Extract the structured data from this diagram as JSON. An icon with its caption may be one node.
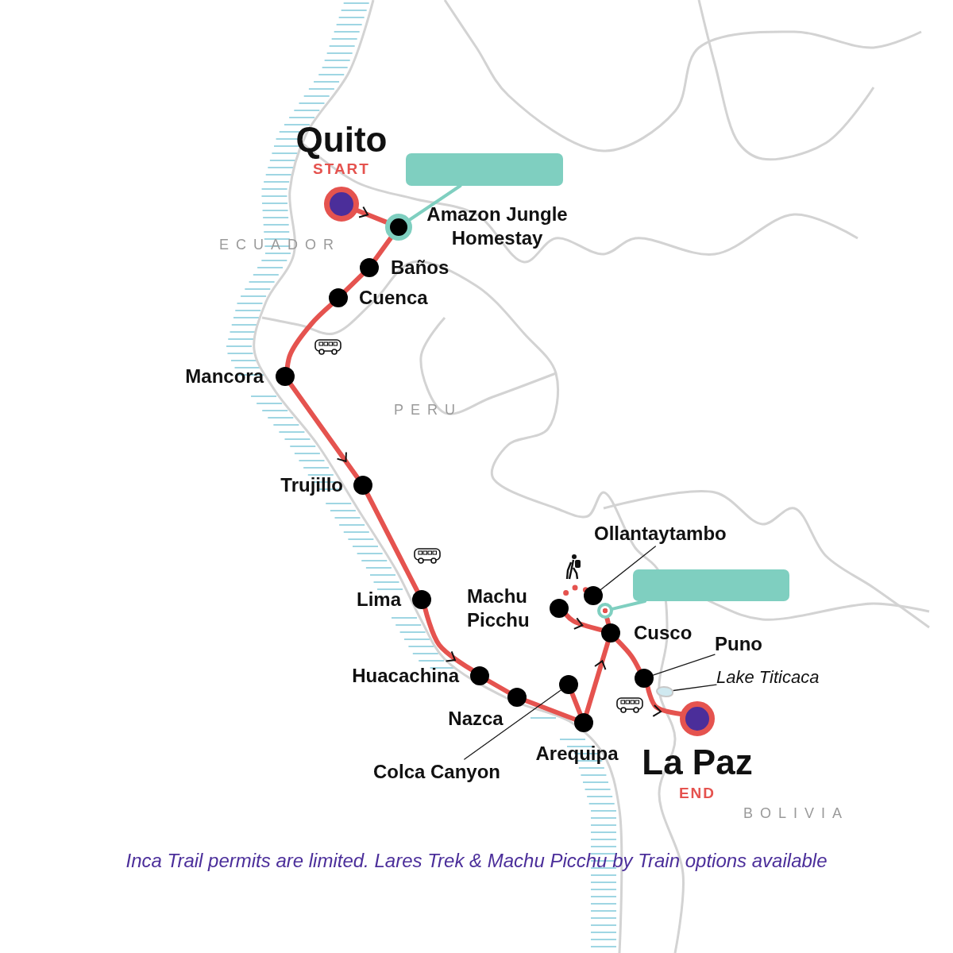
{
  "diagram": {
    "caption": "Inca Trail permits are limited. Lares Trek & Machu Picchu by Train options available",
    "nodes": [
      {
        "text": [],
        "shape": "circle",
        "beside": [
          "Quito",
          "START"
        ]
      },
      {
        "text": [],
        "shape": "box"
      },
      {
        "text": [],
        "shape": "circle",
        "beside": [
          "Amazon Jungle Homestay"
        ]
      },
      {
        "text": [],
        "shape": "circle",
        "beside": [
          "Baños"
        ]
      },
      {
        "text": [],
        "shape": "circle",
        "beside": [
          "Cuenca"
        ]
      },
      {
        "text": [],
        "shape": "circle",
        "beside": [
          "Mancora"
        ]
      },
      {
        "text": [],
        "shape": "circle",
        "beside": [
          "Trujillo"
        ]
      },
      {
        "text": [],
        "shape": "circle",
        "beside": [
          "Lima"
        ]
      },
      {
        "text": [],
        "shape": "circle",
        "beside": [
          "Huacachina"
        ]
      },
      {
        "text": [],
        "shape": "circle",
        "beside": [
          "Nazca"
        ]
      },
      {
        "text": [
          "Colca Canyon"
        ]
      },
      {
        "text": [],
        "shape": "circle"
      },
      {
        "text": [],
        "shape": "circle",
        "beside": [
          "Arequipa"
        ]
      },
      {
        "text": [
          "Ollantaytambo"
        ]
      },
      {
        "text": [],
        "shape": "box"
      },
      {
        "text": [],
        "shape": "circle"
      },
      {
        "text": [],
        "shape": "circle",
        "beside": [
          "Machu Picchu"
        ]
      },
      {
        "text": [],
        "shape": "circle"
      },
      {
        "text": [],
        "shape": "circle",
        "beside": [
          "Cusco"
        ]
      },
      {
        "text": [
          "Puno"
        ]
      },
      {
        "text": [
          "Lake Titicaca"
        ]
      },
      {
        "text": [],
        "shape": "circle"
      },
      {
        "text": [],
        "shape": "circle",
        "beside": [
          "La Paz",
          "END"
        ]
      },
      {
        "text": [],
        "shape": "circle"
      }
    ],
    "edges": [
      {
        "from": 0,
        "to": 2,
        "arrow": "to"
      },
      {
        "from": 1,
        "to": 2,
        "arrow": "none",
        "color": "#7fcfc0"
      },
      {
        "from": 2,
        "to": 3,
        "arrow": "none"
      },
      {
        "from": 3,
        "to": 4,
        "arrow": "none"
      },
      {
        "from": 4,
        "to": 5,
        "arrow": "none"
      },
      {
        "from": 5,
        "to": 6,
        "arrow": "to"
      },
      {
        "from": 6,
        "to": 7,
        "arrow": "none"
      },
      {
        "from": 7,
        "to": 8,
        "arrow": "to"
      },
      {
        "from": 8,
        "to": 9,
        "arrow": "none"
      },
      {
        "from": 9,
        "to": 12,
        "arrow": "none"
      },
      {
        "from": 12,
        "to": 11,
        "arrow": "none"
      },
      {
        "from": 12,
        "to": 18,
        "arrow": "to"
      },
      {
        "from": 16,
        "to": 18,
        "arrow": "to"
      },
      {
        "from": 18,
        "to": 17,
        "arrow": "none"
      },
      {
        "from": 15,
        "to": 16,
        "arrow": "none",
        "style": "dashed"
      },
      {
        "from": 14,
        "to": 17,
        "arrow": "none",
        "color": "#7fcfc0"
      },
      {
        "from": 18,
        "to": 21,
        "arrow": "none"
      },
      {
        "from": 21,
        "to": 22,
        "arrow": "to"
      },
      {
        "from": 10,
        "to": 11,
        "arrow": "none",
        "color": "#1a1a1a"
      },
      {
        "from": 13,
        "to": 15,
        "arrow": "none",
        "color": "#1a1a1a"
      },
      {
        "from": 19,
        "to": 21,
        "arrow": "none",
        "color": "#1a1a1a"
      },
      {
        "from": 20,
        "to": 23,
        "arrow": "none",
        "color": "#1a1a1a"
      }
    ],
    "labels": [
      "ECUADOR",
      "PERU",
      "BOLIVIA"
    ]
  }
}
